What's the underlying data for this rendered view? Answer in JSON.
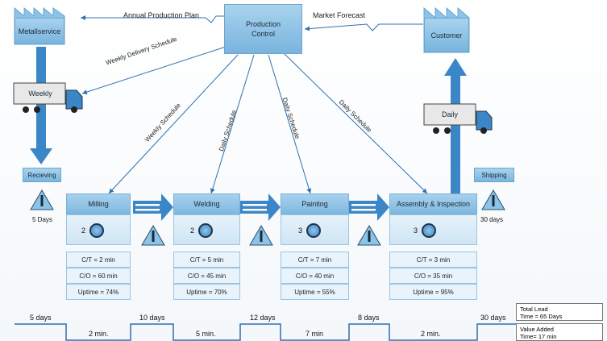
{
  "nodes": {
    "supplier": "Metallservice",
    "control": "Production Control",
    "customer": "Customer",
    "receiving": "Recieving",
    "shipping": "Shipping"
  },
  "flows": {
    "annual_plan": "Annual Production Plan",
    "market_forecast": "Market Forecast",
    "weekly_delivery": "Weekly Delivery Schedule",
    "weekly_schedule": "Weekly Schedule",
    "daily_1": "Daily Schedule",
    "daily_2": "Daily Schedule",
    "daily_3": "Daily Schedule"
  },
  "trucks": {
    "inbound": "Weekly",
    "outbound": "Daily"
  },
  "processes": [
    {
      "name": "Milling",
      "operators": "2",
      "ct": "C/T = 2 min",
      "co": "C/O = 60 min",
      "uptime": "Uptime = 74%"
    },
    {
      "name": "Welding",
      "operators": "2",
      "ct": "C/T = 5 min",
      "co": "C/O = 45 min",
      "uptime": "Uptime = 70%"
    },
    {
      "name": "Painting",
      "operators": "3",
      "ct": "C/T = 7 min",
      "co": "C/O = 40 min",
      "uptime": "Uptime = 55%"
    },
    {
      "name": "Assembly & Inspection",
      "operators": "3",
      "ct": "C/T = 3 min",
      "co": "C/O = 35 min",
      "uptime": "Uptime = 95%"
    }
  ],
  "inventory": {
    "start": "5 Days",
    "end": "30 days"
  },
  "timeline": {
    "days": [
      "5 days",
      "10 days",
      "12 days",
      "8 days",
      "30 days"
    ],
    "minutes": [
      "2 min.",
      "5 min.",
      "7 min",
      "2 min."
    ]
  },
  "summary": {
    "lead_label": "Total Lead",
    "lead_value": "Time = 65 Days",
    "va_label": "Value Added",
    "va_value": "Time= 17 min"
  },
  "colors": {
    "accent": "#3b86c6",
    "box": "#8cc3e8",
    "line": "#2f6fb0"
  }
}
